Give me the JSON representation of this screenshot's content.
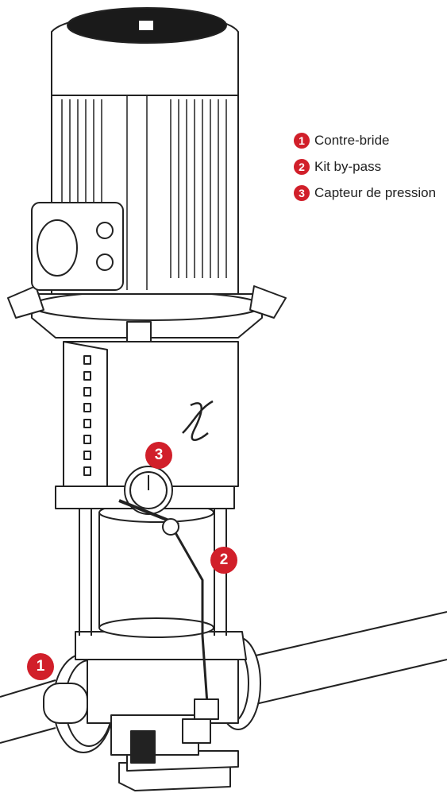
{
  "colors": {
    "accent": "#d11f2a",
    "line": "#222222",
    "paper": "#ffffff"
  },
  "legend": {
    "items": [
      {
        "num": "1",
        "label": "Contre-bride"
      },
      {
        "num": "2",
        "label": "Kit by-pass"
      },
      {
        "num": "3",
        "label": "Capteur de pression"
      }
    ]
  },
  "callouts": [
    {
      "num": "1",
      "ref": "legend.items.0"
    },
    {
      "num": "2",
      "ref": "legend.items.1"
    },
    {
      "num": "3",
      "ref": "legend.items.2"
    }
  ]
}
